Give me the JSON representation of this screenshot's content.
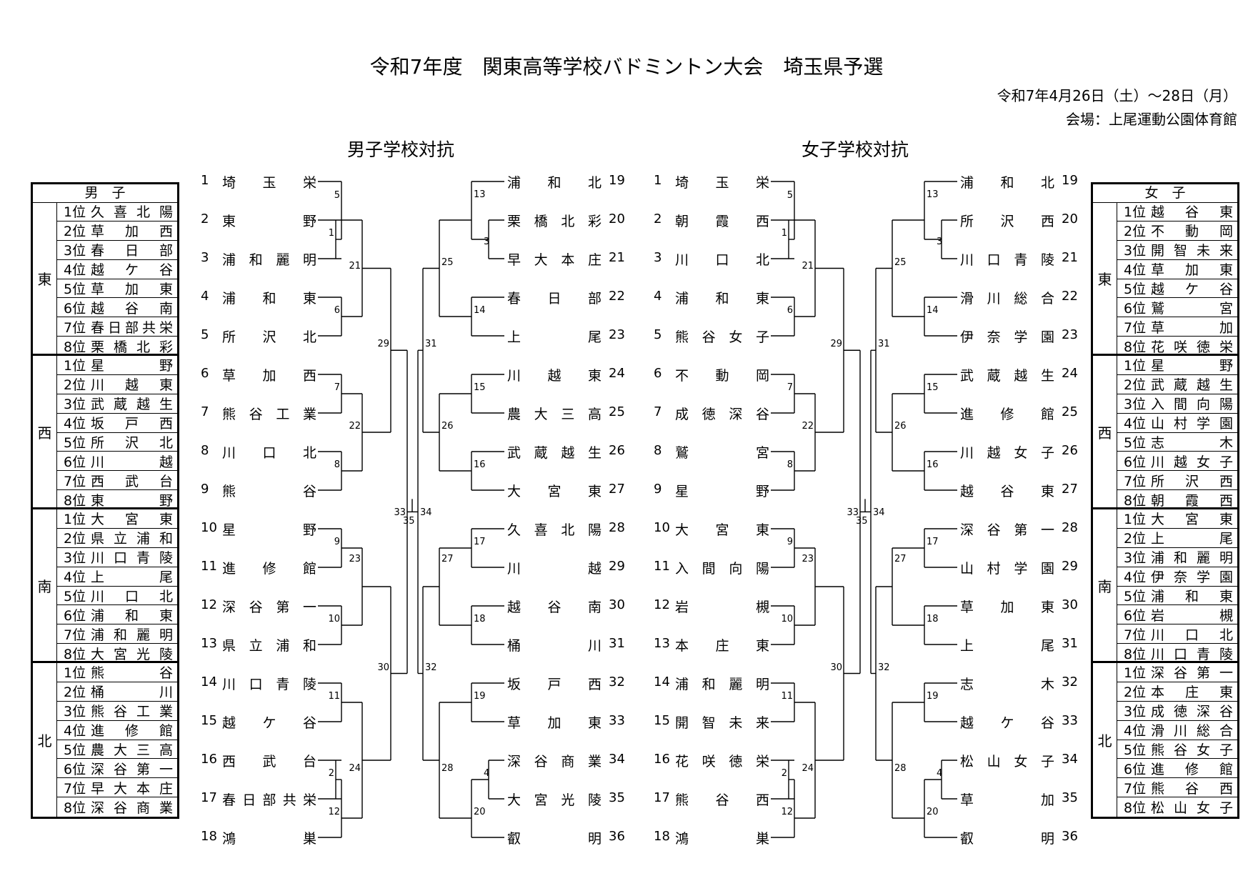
{
  "header": {
    "title": "令和7年度　関東高等学校バドミントン大会　埼玉県予選",
    "date": "令和7年4月26日（土）～28日（月）",
    "venue": "会場：上尾運動公園体育館"
  },
  "boys": {
    "section_title": "男子学校対抗",
    "teams_left": [
      "埼玉栄",
      "東野",
      "浦和麗明",
      "浦和東",
      "所沢北",
      "草加西",
      "熊谷工業",
      "川口北",
      "熊谷",
      "星野",
      "進修館",
      "深谷第一",
      "県立浦和",
      "川口青陵",
      "越ケ谷",
      "西武台",
      "春日部共栄",
      "鴻巣"
    ],
    "teams_right": [
      "浦和北",
      "栗橋北彩",
      "早大本庄",
      "春日部",
      "上尾",
      "川越東",
      "農大三高",
      "武蔵越生",
      "大宮東",
      "久喜北陽",
      "川越",
      "越谷南",
      "桶川",
      "坂戸西",
      "草加東",
      "深谷商業",
      "大宮光陵",
      "叡明"
    ],
    "seeds": {
      "header": "男　子",
      "groups": [
        {
          "region": "東",
          "teams": [
            "久喜北陽",
            "草加西",
            "春日部",
            "越ケ谷",
            "草加東",
            "越谷南",
            "春日部共栄",
            "栗橋北彩"
          ]
        },
        {
          "region": "西",
          "teams": [
            "星野",
            "川越東",
            "武蔵越生",
            "坂戸西",
            "所沢北",
            "川越",
            "西武台",
            "東野"
          ]
        },
        {
          "region": "南",
          "teams": [
            "大宮東",
            "県立浦和",
            "川口青陵",
            "上尾",
            "川口北",
            "浦和東",
            "浦和麗明",
            "大宮光陵"
          ]
        },
        {
          "region": "北",
          "teams": [
            "熊谷",
            "桶川",
            "熊谷工業",
            "進修館",
            "農大三高",
            "深谷第一",
            "早大本庄",
            "深谷商業"
          ]
        }
      ]
    }
  },
  "girls": {
    "section_title": "女子学校対抗",
    "teams_left": [
      "埼玉栄",
      "朝霞西",
      "川口北",
      "浦和東",
      "熊谷女子",
      "不動岡",
      "成徳深谷",
      "鷲宮",
      "星野",
      "大宮東",
      "入間向陽",
      "岩槻",
      "本庄東",
      "浦和麗明",
      "開智未来",
      "花咲徳栄",
      "熊谷西",
      "鴻巣"
    ],
    "teams_right": [
      "浦和北",
      "所沢西",
      "川口青陵",
      "滑川総合",
      "伊奈学園",
      "武蔵越生",
      "進修館",
      "川越女子",
      "越谷東",
      "深谷第一",
      "山村学園",
      "草加東",
      "上尾",
      "志木",
      "越ケ谷",
      "松山女子",
      "草加",
      "叡明"
    ],
    "seeds": {
      "header": "女　子",
      "groups": [
        {
          "region": "東",
          "teams": [
            "越谷東",
            "不動岡",
            "開智未来",
            "草加東",
            "越ケ谷",
            "鷲宮",
            "草加",
            "花咲徳栄"
          ]
        },
        {
          "region": "西",
          "teams": [
            "星野",
            "武蔵越生",
            "入間向陽",
            "山村学園",
            "志木",
            "川越女子",
            "所沢西",
            "朝霞西"
          ]
        },
        {
          "region": "南",
          "teams": [
            "大宮東",
            "上尾",
            "浦和麗明",
            "伊奈学園",
            "浦和東",
            "岩槻",
            "川口北",
            "川口青陵"
          ]
        },
        {
          "region": "北",
          "teams": [
            "深谷第一",
            "本庄東",
            "成徳深谷",
            "滑川総合",
            "熊谷女子",
            "進修館",
            "熊谷西",
            "松山女子"
          ]
        }
      ]
    }
  },
  "seed_rank_labels": [
    "1位",
    "2位",
    "3位",
    "4位",
    "5位",
    "6位",
    "7位",
    "8位"
  ],
  "team_numbers_left": [
    "1",
    "2",
    "3",
    "4",
    "5",
    "6",
    "7",
    "8",
    "9",
    "10",
    "11",
    "12",
    "13",
    "14",
    "15",
    "16",
    "17",
    "18"
  ],
  "team_numbers_right": [
    "19",
    "20",
    "21",
    "22",
    "23",
    "24",
    "25",
    "26",
    "27",
    "28",
    "29",
    "30",
    "31",
    "32",
    "33",
    "34",
    "35",
    "36"
  ],
  "match_numbers": [
    "1",
    "2",
    "3",
    "4",
    "5",
    "6",
    "7",
    "8",
    "9",
    "10",
    "11",
    "12",
    "13",
    "14",
    "15",
    "16",
    "17",
    "18",
    "19",
    "20",
    "21",
    "22",
    "23",
    "24",
    "25",
    "26",
    "27",
    "28",
    "29",
    "30",
    "31",
    "32",
    "33",
    "34",
    "35"
  ]
}
